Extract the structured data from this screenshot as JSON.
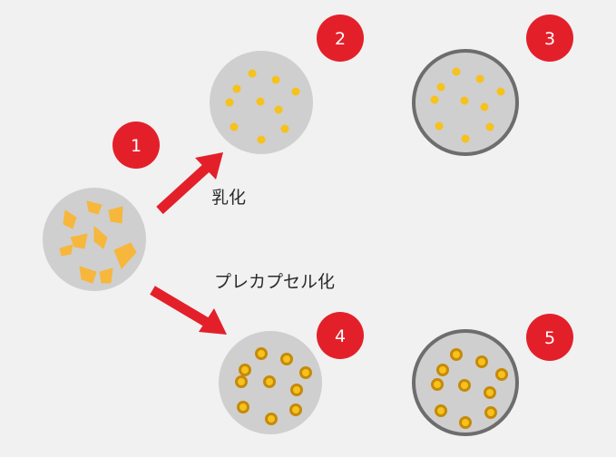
{
  "labels": {
    "emulsification": "乳化",
    "precapsulation": "プレカプセル化"
  },
  "steps": [
    {
      "id": "step-1",
      "number": "1"
    },
    {
      "id": "step-2",
      "number": "2"
    },
    {
      "id": "step-3",
      "number": "3"
    },
    {
      "id": "step-4",
      "number": "4"
    },
    {
      "id": "step-5",
      "number": "5"
    }
  ],
  "colors": {
    "background": "#f1f1f1",
    "badge": "#e3202a",
    "arrow": "#e3202a",
    "circle_fill": "#cfcfcf",
    "circle_ring": "#6d6d6d",
    "droplet": "#f6c21b",
    "capsule_shell": "#c58a0a",
    "capsule_core": "#f6c21b",
    "flake": "#f6b73c"
  }
}
